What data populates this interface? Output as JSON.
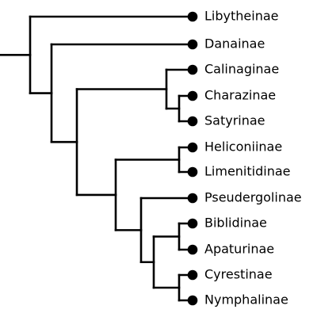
{
  "tree": {
    "line_color": "#000000",
    "tips": [
      {
        "label": "Libytheinae"
      },
      {
        "label": "Danainae"
      },
      {
        "label": "Calinaginae"
      },
      {
        "label": "Charazinae"
      },
      {
        "label": "Satyrinae"
      },
      {
        "label": "Heliconiinae"
      },
      {
        "label": "Limenitidinae"
      },
      {
        "label": "Pseudergolinae"
      },
      {
        "label": "Biblidinae"
      },
      {
        "label": "Apaturinae"
      },
      {
        "label": "Cyrestinae"
      },
      {
        "label": "Nymphalinae"
      }
    ]
  }
}
